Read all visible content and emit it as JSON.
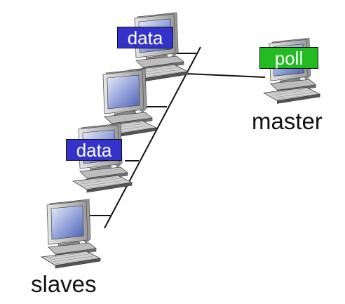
{
  "diagram": {
    "labels": {
      "master": "master",
      "slaves": "slaves"
    },
    "messages": [
      {
        "id": "data-1",
        "text": "data",
        "color": "#3333cc"
      },
      {
        "id": "data-2",
        "text": "data",
        "color": "#3333cc"
      },
      {
        "id": "poll",
        "text": "poll",
        "color": "#22bb22"
      }
    ],
    "nodes": [
      {
        "id": "master",
        "role": "master",
        "icon": "desktop-computer-icon"
      },
      {
        "id": "slave-1",
        "role": "slave",
        "icon": "desktop-computer-icon"
      },
      {
        "id": "slave-2",
        "role": "slave",
        "icon": "desktop-computer-icon"
      },
      {
        "id": "slave-3",
        "role": "slave",
        "icon": "desktop-computer-icon"
      },
      {
        "id": "slave-4",
        "role": "slave",
        "icon": "desktop-computer-icon"
      }
    ],
    "colors": {
      "screen_glass": "#4a5fb0",
      "screen_glare": "#e8ecf8",
      "case": "#c8c8c8",
      "case_dark": "#7a7a7a",
      "wire": "#111111"
    }
  }
}
